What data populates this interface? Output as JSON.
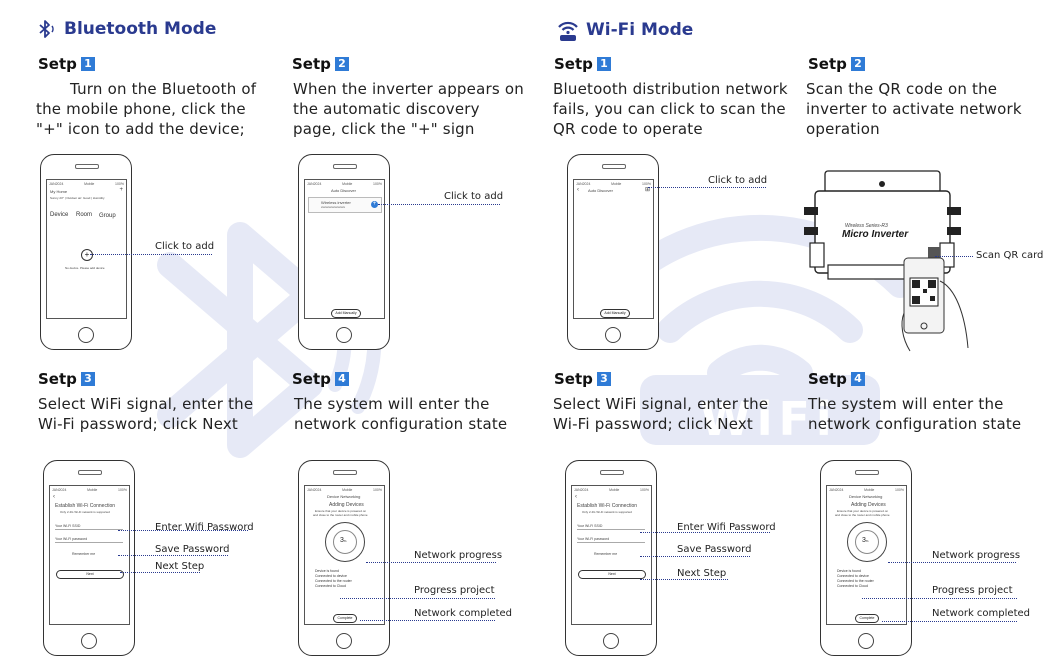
{
  "colors": {
    "accent": "#2a3a8f",
    "step_badge": "#2f7bd6",
    "watermark": "#e6e9f6"
  },
  "watermark": {
    "wifi_text": "WiFi"
  },
  "bluetooth": {
    "title": "Bluetooth Mode",
    "steps": [
      {
        "label": "Setp",
        "num": "1",
        "text": [
          "Turn on the Bluetooth of",
          "the mobile phone, click the",
          "\"+\" icon to add the device;"
        ]
      },
      {
        "label": "Setp",
        "num": "2",
        "text": [
          "When the inverter appears on",
          "the automatic discovery",
          "page, click the \"+\" sign"
        ]
      },
      {
        "label": "Setp",
        "num": "3",
        "text": [
          "Select WiFi signal, enter the",
          "Wi-Fi password; click Next"
        ]
      },
      {
        "label": "Setp",
        "num": "4",
        "text": [
          "The system will enter the",
          "network configuration state"
        ]
      }
    ],
    "callouts": {
      "s1": "Click to add",
      "s2": "Click to add",
      "s3": [
        "Enter Wifi Password",
        "Save Password",
        "Next Step"
      ],
      "s4": [
        "Network progress",
        "Progress project",
        "Network completed"
      ]
    }
  },
  "wifi": {
    "title": "Wi-Fi Mode",
    "steps": [
      {
        "label": "Setp",
        "num": "1",
        "text": [
          "Bluetooth distribution network",
          "fails, you can click to scan the",
          "QR code to operate"
        ]
      },
      {
        "label": "Setp",
        "num": "2",
        "text": [
          "Scan the QR code on the",
          "inverter to activate network",
          "operation"
        ]
      },
      {
        "label": "Setp",
        "num": "3",
        "text": [
          "Select WiFi signal, enter the",
          "Wi-Fi password; click Next"
        ]
      },
      {
        "label": "Setp",
        "num": "4",
        "text": [
          "The system will enter the",
          "network configuration state"
        ]
      }
    ],
    "callouts": {
      "s1": "Click to add",
      "s2": "Scan QR card",
      "s3": [
        "Enter Wifi Password",
        "Save Password",
        "Next Step"
      ],
      "s4": [
        "Network progress",
        "Progress project",
        "Network completed"
      ]
    }
  },
  "inverter": {
    "series": "Wireless Series-R3",
    "name": "Micro Inverter"
  },
  "screens": {
    "home": {
      "title": "My Home",
      "tabs": [
        "Device",
        "Room",
        "Group"
      ],
      "hint": "No device. Please add device",
      "weather": "Sunny 23° | Outdoor air: Good | Humidity"
    },
    "discover": {
      "title": "Auto Discover",
      "device": "Wireless inverter",
      "device_sub": "xxxxxxxxxxxxxxxx",
      "button": "Add Manually"
    },
    "wifi_conn": {
      "title": "Establish Wi-Fi Connection",
      "subtitle": "Only 2.4G Wi-Fi network is supported",
      "ssid": "Your Wi-Fi SSID",
      "password": "Your Wi-Fi password",
      "remember": "Remember me",
      "button": "Next"
    },
    "networking": {
      "title": "Device Networking",
      "heading": "Adding Devices",
      "desc1": "Ensure that your device is powered on",
      "desc2": "and close to the router and mobile phone",
      "progress": "3",
      "unit": "%",
      "items": [
        "Device is found",
        "Connected to device",
        "Connected to the router",
        "Connected to Cloud"
      ],
      "button": "Complete"
    },
    "status_time": "JAN2024",
    "status_mid": "Mobile",
    "status_right": "100%"
  }
}
